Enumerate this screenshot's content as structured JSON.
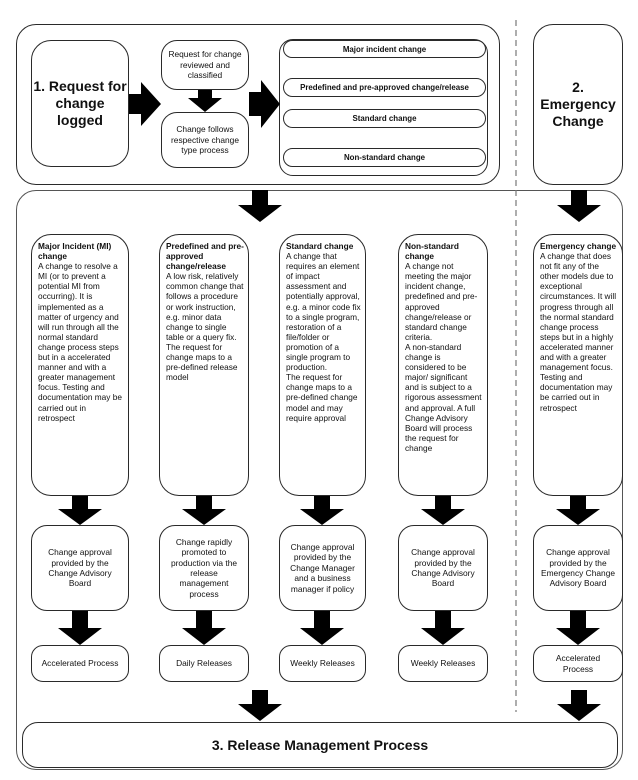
{
  "request": {
    "logged_label": "1. Request for change logged",
    "reviewed_label": "Request for change reviewed and classified",
    "follows_label": "Change follows respective change type process",
    "change_types": [
      "Major incident change",
      "Predefined and pre-approved change/release",
      "Standard change",
      "Non-standard change"
    ]
  },
  "emergency": {
    "label": "2. Emergency Change"
  },
  "columns": [
    {
      "title": "Major Incident (MI) change",
      "body": "A change to resolve a MI (or to prevent a potential MI from occurring).  It is implemented as a matter of urgency and will run through all the normal standard change process steps but in a accelerated manner and with a greater management focus. Testing and documentation may be carried out in retrospect",
      "approval": "Change approval provided by the Change Advisory Board",
      "outcome": "Accelerated Process"
    },
    {
      "title": "Predefined and pre-approved change/release",
      "body": "A low risk, relatively common change that follows a procedure or work instruction, e.g. minor data change to single table or a query fix.\nThe request for change maps to a pre-defined release model",
      "approval": "Change rapidly promoted to production via the release management process",
      "outcome": "Daily Releases"
    },
    {
      "title": "Standard change",
      "body": "A change that requires an element of impact assessment and potentially approval, e.g. a minor code fix to a single program, restoration of a file/folder or promotion of a single program to production.\nThe request for change maps to a pre-defined change model and may require approval",
      "approval": "Change approval provided by the Change Manager and a business manager if policy",
      "outcome": "Weekly Releases"
    },
    {
      "title": "Non-standard change",
      "body": "A change not meeting the major incident change, predefined and pre-approved change/release or standard change criteria.\nA non-standard change is considered to be major/ significant and is subject to a rigorous assessment and approval. A full Change Advisory Board will process the request for change",
      "approval": "Change approval provided by the Change Advisory Board",
      "outcome": "Weekly Releases"
    },
    {
      "title": "Emergency change",
      "body": "A change that does not fit any of the other models due to exceptional circumstances.  It will progress through all the normal standard change process steps but in a highly accelerated manner and with a greater management focus. Testing and documentation may be carried out in retrospect",
      "approval": "Change approval provided by the Emergency Change Advisory Board",
      "outcome": "Accelerated Process"
    }
  ],
  "release": {
    "label": "3. Release Management Process"
  }
}
